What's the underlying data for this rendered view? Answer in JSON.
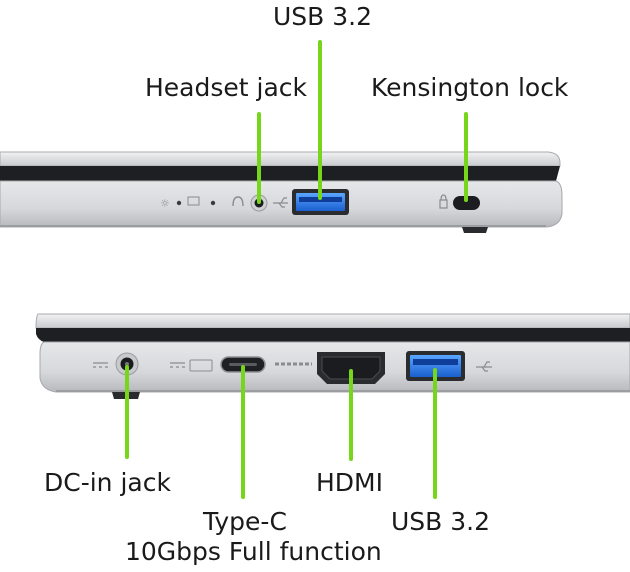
{
  "top_view": {
    "callouts": {
      "usb_a": "USB 3.2",
      "headset_jack": "Headset jack",
      "kensington_lock": "Kensington lock"
    }
  },
  "bottom_view": {
    "callouts": {
      "dc_in": "DC-in jack",
      "hdmi": "HDMI",
      "usb_a": "USB 3.2",
      "type_c_line1": "Type-C",
      "type_c_line2": "10Gbps Full function"
    }
  },
  "colors": {
    "leader_line": "#77d61a",
    "usb_port_blue": "#1e6fe0",
    "chassis_silver": "#d9dadc",
    "text": "#1a1a1a"
  }
}
